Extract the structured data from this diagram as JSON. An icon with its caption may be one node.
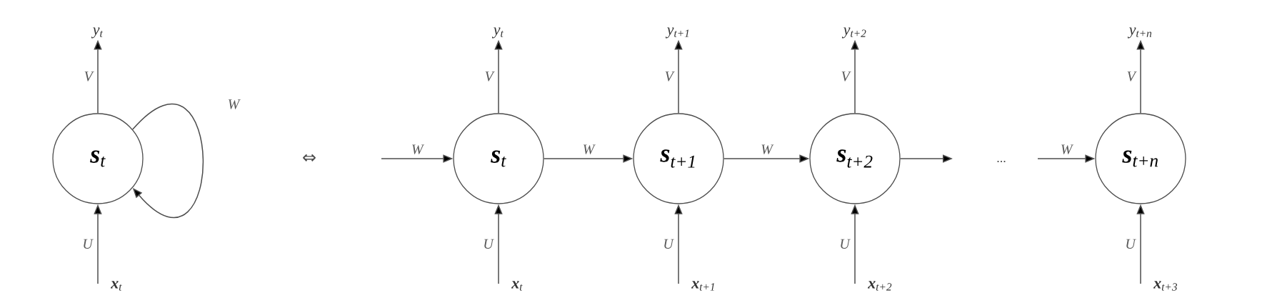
{
  "diagram": {
    "nodes": [
      {
        "text": [
          "**s**$_{t}$"
        ]
      },
      {
        "text": [
          "y$_{t}$"
        ]
      },
      {
        "text": [
          "**x**$_{t}$"
        ]
      },
      {
        "text": [
          "**s**$_{t}$"
        ]
      },
      {
        "text": [
          "y$_{t}$"
        ]
      },
      {
        "text": [
          "**x**$_{t}$"
        ]
      },
      {
        "text": [
          "**s**$_{t+1}$"
        ]
      },
      {
        "text": [
          "y$_{t+1}$"
        ]
      },
      {
        "text": [
          "**x**$_{t+1}$"
        ]
      },
      {
        "text": [
          "**s**$_{t+2}$"
        ]
      },
      {
        "text": [
          "y$_{t+2}$"
        ]
      },
      {
        "text": [
          "**x**$_{t+2}$"
        ]
      },
      {
        "text": [
          "**s**$_{t+n}$"
        ]
      },
      {
        "text": [
          "y$_{t+n}$"
        ]
      },
      {
        "text": [
          "**x**$_{t+3}$"
        ]
      }
    ],
    "edges": [
      {
        "from": 0,
        "to": 1,
        "arrow": "to",
        "label": "V"
      },
      {
        "from": 2,
        "to": 0,
        "arrow": "to",
        "label": "U"
      },
      {
        "from": 0,
        "to": 0,
        "arrow": "to",
        "label": "W"
      },
      {
        "from": null,
        "to": 3,
        "arrow": "to",
        "label": "W"
      },
      {
        "from": 3,
        "to": 4,
        "arrow": "to",
        "label": "V"
      },
      {
        "from": 5,
        "to": 3,
        "arrow": "to",
        "label": "U"
      },
      {
        "from": 3,
        "to": 6,
        "arrow": "to",
        "label": "W"
      },
      {
        "from": 6,
        "to": 7,
        "arrow": "to",
        "label": "V"
      },
      {
        "from": 8,
        "to": 6,
        "arrow": "to",
        "label": "U"
      },
      {
        "from": 6,
        "to": 9,
        "arrow": "to",
        "label": "W"
      },
      {
        "from": 9,
        "to": 10,
        "arrow": "to",
        "label": "V"
      },
      {
        "from": 11,
        "to": 9,
        "arrow": "to",
        "label": "U"
      },
      {
        "from": 9,
        "to": null,
        "arrow": "to"
      },
      {
        "from": null,
        "to": 12,
        "arrow": "to",
        "label": "W"
      },
      {
        "from": 12,
        "to": 13,
        "arrow": "to",
        "label": "V"
      },
      {
        "from": 14,
        "to": 12,
        "arrow": "to",
        "label": "U"
      }
    ],
    "labels": [
      "⇔",
      "..."
    ]
  }
}
